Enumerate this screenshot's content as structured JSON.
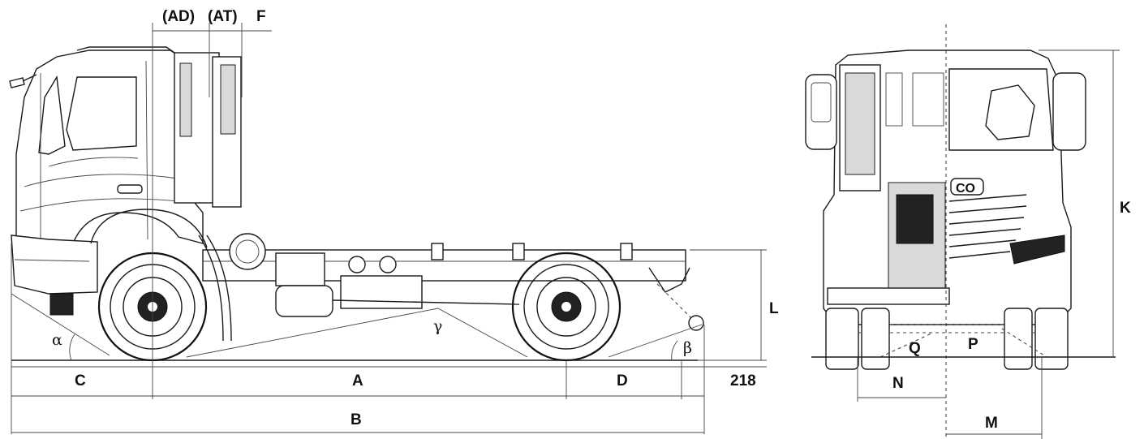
{
  "labels": {
    "ad": "(AD)",
    "at": "(AT)",
    "f": "F",
    "alpha": "α",
    "beta": "β",
    "gamma": "γ",
    "c": "C",
    "a": "A",
    "d": "D",
    "overhang_value": "218",
    "b": "B",
    "l": "L",
    "k": "K",
    "q": "Q",
    "p": "P",
    "n": "N",
    "m": "M"
  },
  "grille_badge": "CO"
}
